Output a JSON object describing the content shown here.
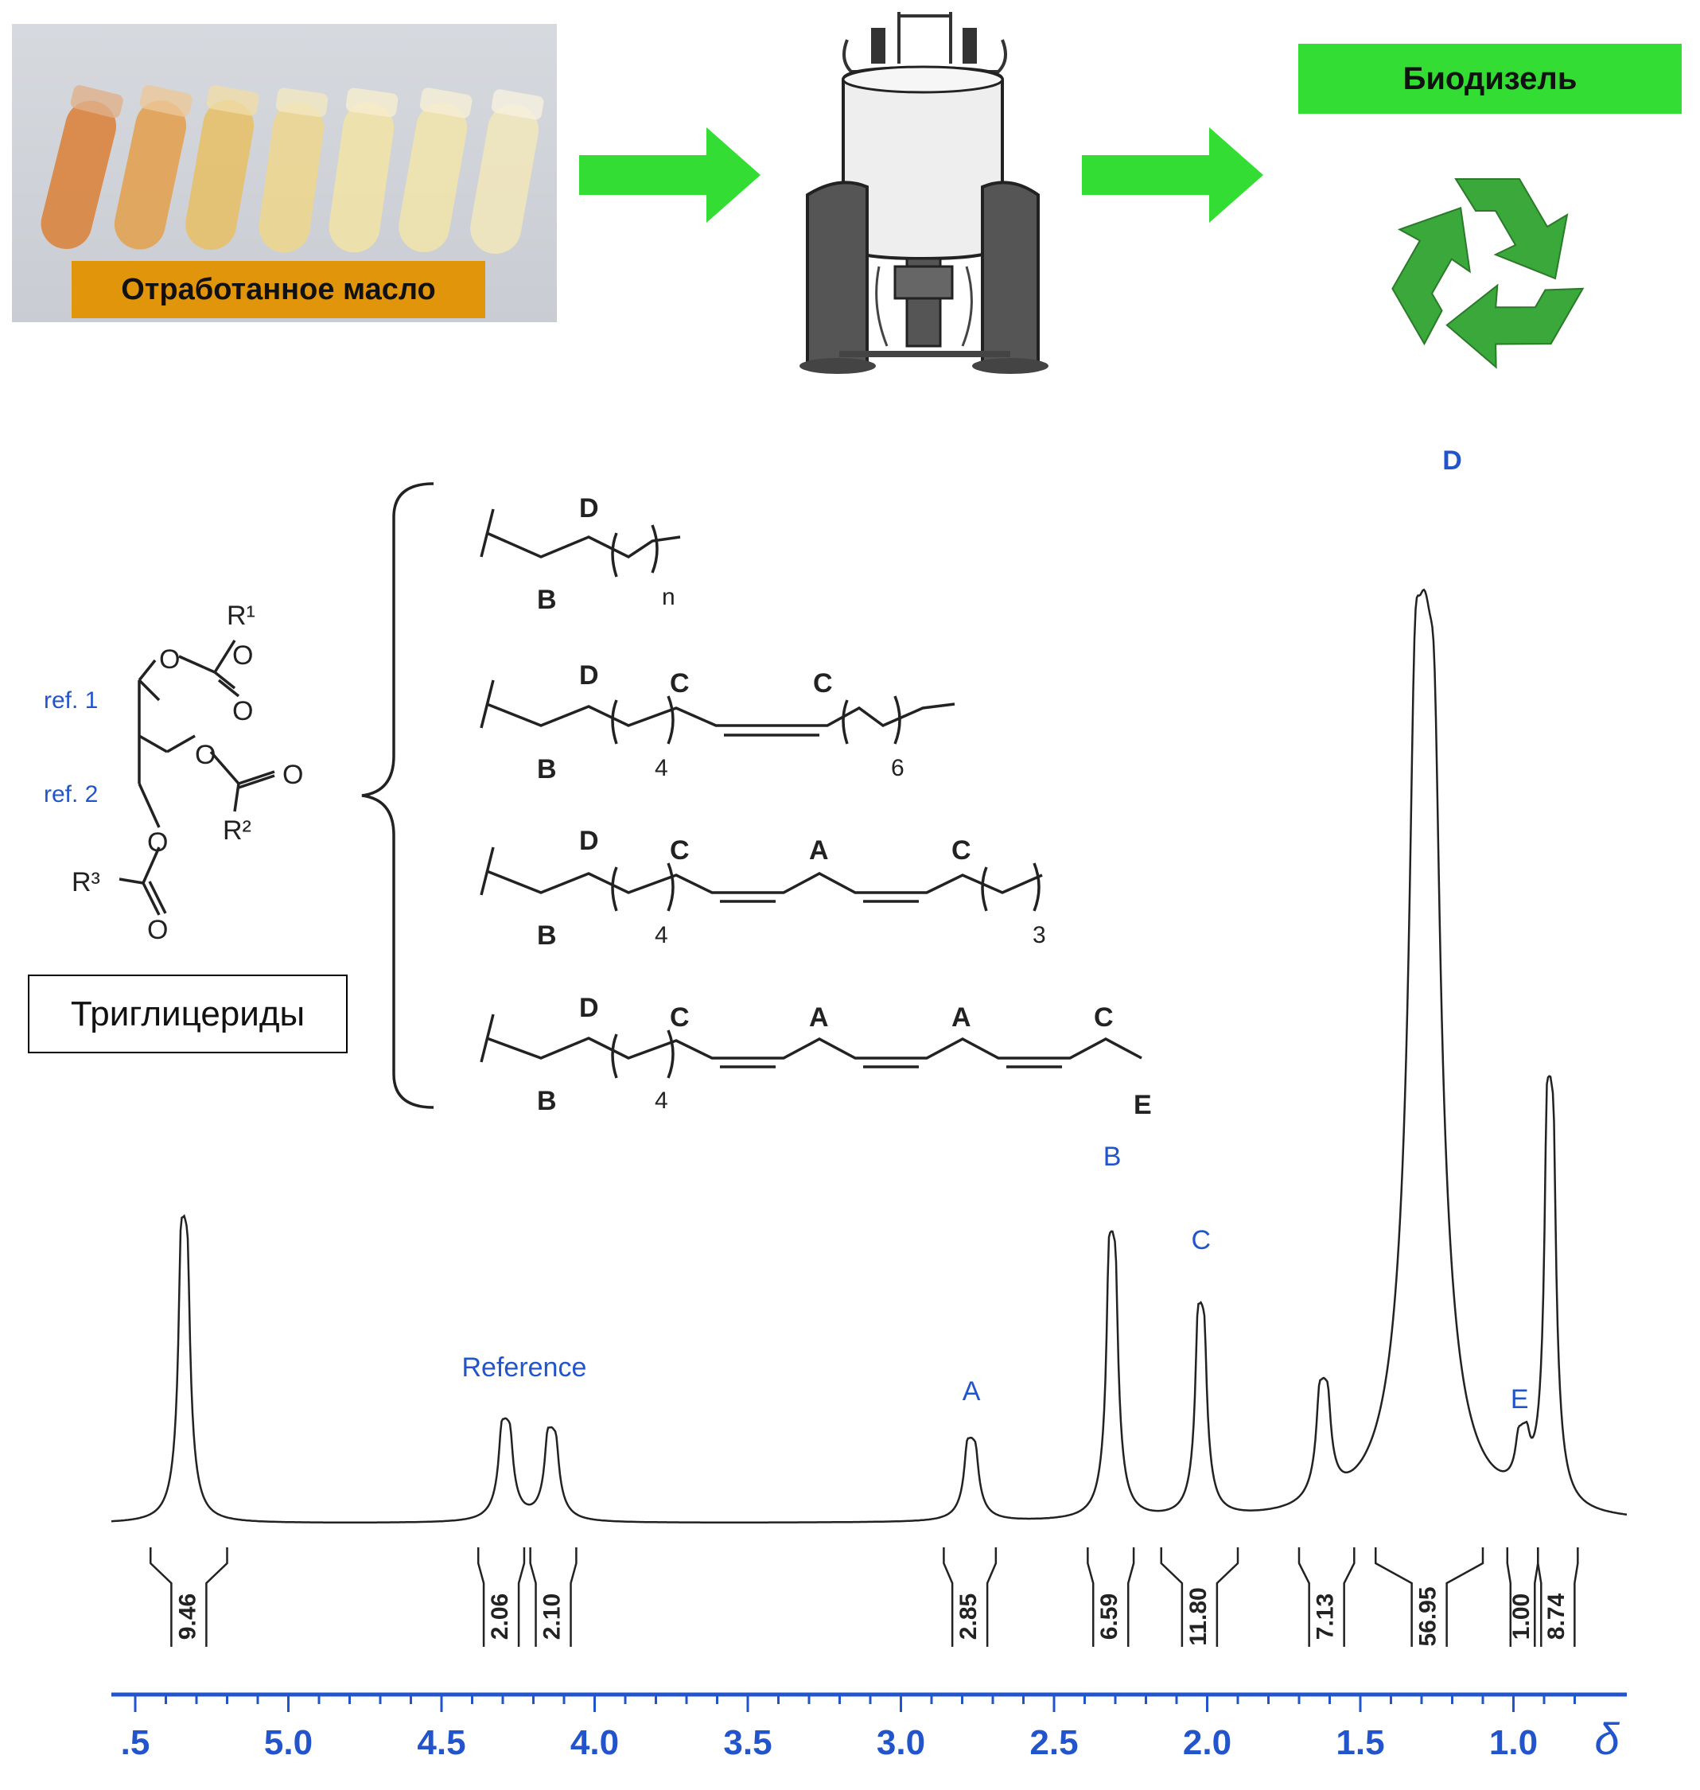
{
  "top": {
    "oil_label": "Отработанное масло",
    "biodiesel_label": "Биодизель"
  },
  "structures": {
    "triglycerides_label": "Триглицериды",
    "ref1": "ref. 1",
    "ref2": "ref. 2",
    "R1": "R¹",
    "R2": "R²",
    "R3": "R³",
    "O": "O",
    "chains": [
      {
        "labels": [
          "B",
          "D"
        ],
        "subscript": "n"
      },
      {
        "labels": [
          "B",
          "D",
          "C",
          "C"
        ],
        "subscripts": [
          "4",
          "6"
        ]
      },
      {
        "labels": [
          "B",
          "D",
          "C",
          "A",
          "C"
        ],
        "subscripts": [
          "4",
          "3"
        ]
      },
      {
        "labels": [
          "B",
          "D",
          "C",
          "A",
          "A",
          "C",
          "E"
        ],
        "subscripts": [
          "4"
        ]
      }
    ]
  },
  "chart_data": {
    "type": "line",
    "title": "",
    "xlabel": "δ",
    "ylabel": "",
    "x_reversed": true,
    "xlim": [
      5.5,
      0.75
    ],
    "xticks": [
      ".5",
      "5.0",
      "4.5",
      "4.0",
      "3.5",
      "3.0",
      "2.5",
      "2.0",
      "1.5",
      "1.0"
    ],
    "xtick_values": [
      5.5,
      5.0,
      4.5,
      4.0,
      3.5,
      3.0,
      2.5,
      2.0,
      1.5,
      1.0
    ],
    "peaks": [
      {
        "label": "",
        "shift": 5.34,
        "height": 0.33
      },
      {
        "label": "Reference",
        "shift": 4.29,
        "height": 0.11
      },
      {
        "label": "Reference",
        "shift": 4.14,
        "height": 0.1
      },
      {
        "label": "A",
        "shift": 2.77,
        "height": 0.09
      },
      {
        "label": "B",
        "shift": 2.31,
        "height": 0.31
      },
      {
        "label": "C",
        "shift": 2.02,
        "height": 0.23
      },
      {
        "label": "",
        "shift": 1.62,
        "height": 0.13
      },
      {
        "label": "D",
        "shift": 1.29,
        "height": 1.0
      },
      {
        "label": "E",
        "shift": 0.97,
        "height": 0.06
      },
      {
        "label": "",
        "shift": 0.88,
        "height": 0.46
      }
    ],
    "integrals": [
      {
        "range": [
          5.45,
          5.2
        ],
        "value": "9.46"
      },
      {
        "range": [
          4.38,
          4.23
        ],
        "value": "2.06"
      },
      {
        "range": [
          4.21,
          4.06
        ],
        "value": "2.10"
      },
      {
        "range": [
          2.86,
          2.69
        ],
        "value": "2.85"
      },
      {
        "range": [
          2.39,
          2.24
        ],
        "value": "6.59"
      },
      {
        "range": [
          2.15,
          1.9
        ],
        "value": "11.80"
      },
      {
        "range": [
          1.7,
          1.52
        ],
        "value": "7.13"
      },
      {
        "range": [
          1.45,
          1.1
        ],
        "value": "56.95"
      },
      {
        "range": [
          1.02,
          0.92
        ],
        "value": "1.00"
      },
      {
        "range": [
          0.92,
          0.79
        ],
        "value": "8.74"
      }
    ],
    "peak_labels": {
      "reference": "Reference",
      "A": "A",
      "B": "B",
      "C": "C",
      "D": "D",
      "E": "E"
    }
  },
  "colors": {
    "arrow_green": "#33dd33",
    "oil_label_bg": "#e0950a",
    "recycle_green": "#3aa83a",
    "label_blue": "#2255cc",
    "magnet_gray": "#555555"
  }
}
